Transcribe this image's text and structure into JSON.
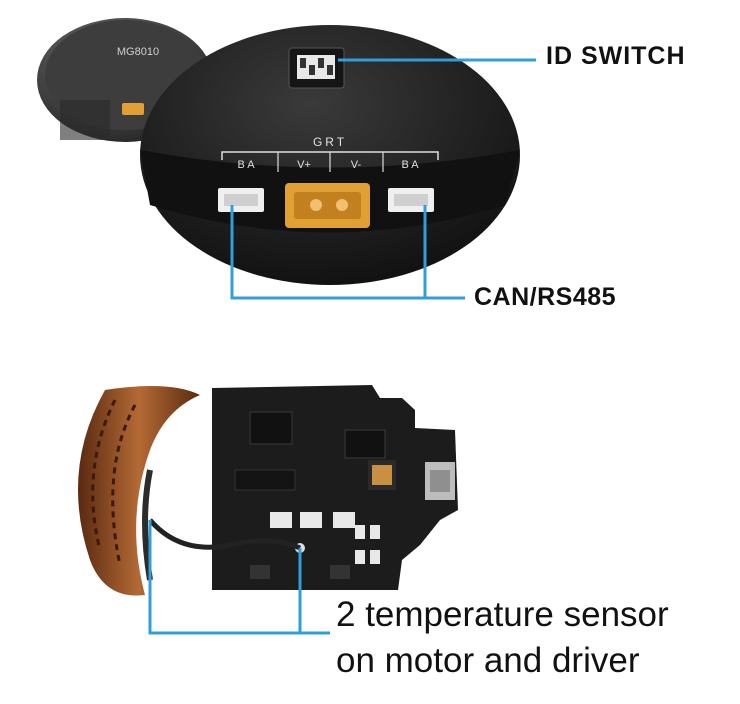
{
  "motor": {
    "model_text": "MG8010",
    "grt_text": "GRT",
    "pin_labels": [
      "B A",
      "V+",
      "V-",
      "B A"
    ]
  },
  "callouts": {
    "id_switch": "ID SWITCH",
    "can_rs485": "CAN/RS485",
    "temperature_line1": "2 temperature sensor",
    "temperature_line2": "on motor and driver"
  },
  "colors": {
    "leader_line": "#2f9fd8",
    "connector_orange": "#e0a033",
    "pcb": "#1c1c1c",
    "copper_coil": "#8a4a22",
    "motor_body": "#4a4a4a"
  }
}
